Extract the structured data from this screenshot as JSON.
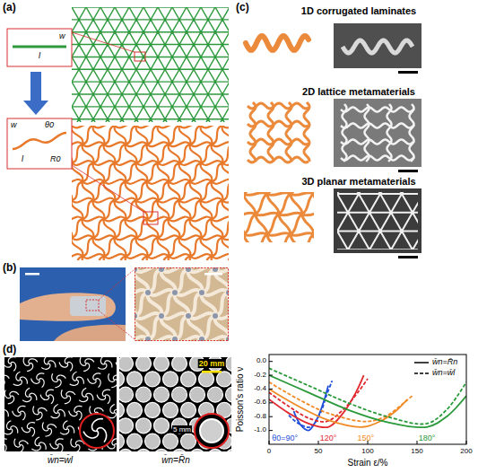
{
  "diagram": {
    "labels": [
      "(a)",
      "w",
      "l",
      "w",
      "θ0",
      "l",
      "R0",
      "(b)",
      "(c)",
      "1D corrugated laminates",
      "2D lattice metamaterials",
      "3D planar metamaterials",
      "(d)",
      "20 mm",
      "5 mm",
      "w̄n=w̄l",
      "w̄n=R̄n",
      "Poisson's ratio ν",
      "Strain ε/%",
      "0",
      "50",
      "100",
      "150",
      "200",
      "0.0",
      "-0.2",
      "-0.4",
      "-0.6",
      "-0.8",
      "-1.0",
      "θ0=90°",
      "120°",
      "150°",
      "180°"
    ],
    "legend": [
      {
        "text": "w̄n=R̄n"
      },
      {
        "text": "w̄n=w̄l"
      }
    ]
  }
}
